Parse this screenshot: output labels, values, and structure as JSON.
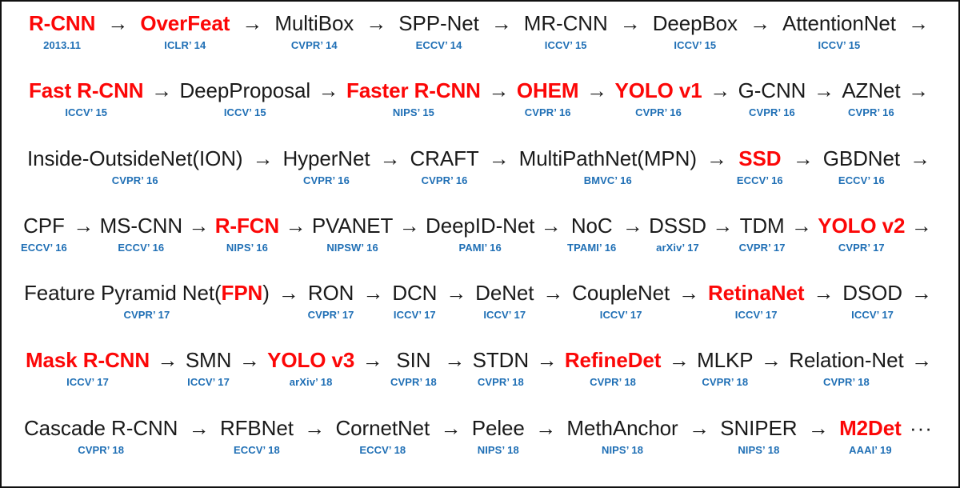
{
  "figure": {
    "title": "Object Detection Milestones Timeline",
    "accent_red": "#fc0707",
    "accent_blue": "#1f6fb5",
    "text_color": "#1a1a1a",
    "background": "#ffffff",
    "border_color": "#111111",
    "arrow_glyph": "→",
    "ellipsis_glyph": "···"
  },
  "rows": [
    {
      "nodes": [
        {
          "name": "R-CNN",
          "venue": "2013.11",
          "highlight": true
        },
        {
          "name": "OverFeat",
          "venue": "ICLR’ 14",
          "highlight": true
        },
        {
          "name": "MultiBox",
          "venue": "CVPR’ 14",
          "highlight": false
        },
        {
          "name": "SPP-Net",
          "venue": "ECCV’ 14",
          "highlight": false
        },
        {
          "name": "MR-CNN",
          "venue": "ICCV’ 15",
          "highlight": false
        },
        {
          "name": "DeepBox",
          "venue": "ICCV’ 15",
          "highlight": false
        },
        {
          "name": "AttentionNet",
          "venue": "ICCV’ 15",
          "highlight": false
        }
      ],
      "trailing_arrow": true,
      "trailing_ellipsis": false
    },
    {
      "nodes": [
        {
          "name": "Fast R-CNN",
          "venue": "ICCV’ 15",
          "highlight": true
        },
        {
          "name": "DeepProposal",
          "venue": "ICCV’ 15",
          "highlight": false
        },
        {
          "name": "Faster R-CNN",
          "venue": "NIPS’ 15",
          "highlight": true
        },
        {
          "name": "OHEM",
          "venue": "CVPR’ 16",
          "highlight": true
        },
        {
          "name": "YOLO v1",
          "venue": "CVPR’ 16",
          "highlight": true
        },
        {
          "name": "G-CNN",
          "venue": "CVPR’ 16",
          "highlight": false
        },
        {
          "name": "AZNet",
          "venue": "CVPR’ 16",
          "highlight": false
        }
      ],
      "trailing_arrow": true,
      "trailing_ellipsis": false
    },
    {
      "nodes": [
        {
          "name": "Inside-OutsideNet(ION)",
          "venue": "CVPR’ 16",
          "highlight": false
        },
        {
          "name": "HyperNet",
          "venue": "CVPR’ 16",
          "highlight": false
        },
        {
          "name": "CRAFT",
          "venue": "CVPR’ 16",
          "highlight": false
        },
        {
          "name": "MultiPathNet(MPN)",
          "venue": "BMVC’ 16",
          "highlight": false
        },
        {
          "name": "SSD",
          "venue": "ECCV’ 16",
          "highlight": true
        },
        {
          "name": "GBDNet",
          "venue": "ECCV’ 16",
          "highlight": false
        }
      ],
      "trailing_arrow": true,
      "trailing_ellipsis": false
    },
    {
      "nodes": [
        {
          "name": "CPF",
          "venue": "ECCV’ 16",
          "highlight": false
        },
        {
          "name": "MS-CNN",
          "venue": "ECCV’ 16",
          "highlight": false
        },
        {
          "name": "R-FCN",
          "venue": "NIPS’ 16",
          "highlight": true
        },
        {
          "name": "PVANET",
          "venue": "NIPSW’ 16",
          "highlight": false
        },
        {
          "name": "DeepID-Net",
          "venue": "PAMI’ 16",
          "highlight": false
        },
        {
          "name": "NoC",
          "venue": "TPAMI’ 16",
          "highlight": false
        },
        {
          "name": "DSSD",
          "venue": "arXiv’ 17",
          "highlight": false
        },
        {
          "name": "TDM",
          "venue": "CVPR’ 17",
          "highlight": false
        },
        {
          "name": "YOLO v2",
          "venue": "CVPR’ 17",
          "highlight": true
        }
      ],
      "trailing_arrow": true,
      "trailing_ellipsis": false
    },
    {
      "nodes": [
        {
          "name": "Feature Pyramid Net(FPN)",
          "venue": "CVPR’ 17",
          "highlight": false,
          "highlight_span": "FPN"
        },
        {
          "name": "RON",
          "venue": "CVPR’ 17",
          "highlight": false
        },
        {
          "name": "DCN",
          "venue": "ICCV’ 17",
          "highlight": false
        },
        {
          "name": "DeNet",
          "venue": "ICCV’ 17",
          "highlight": false
        },
        {
          "name": "CoupleNet",
          "venue": "ICCV’ 17",
          "highlight": false
        },
        {
          "name": "RetinaNet",
          "venue": "ICCV’ 17",
          "highlight": true
        },
        {
          "name": "DSOD",
          "venue": "ICCV’ 17",
          "highlight": false
        }
      ],
      "trailing_arrow": true,
      "trailing_ellipsis": false
    },
    {
      "nodes": [
        {
          "name": "Mask R-CNN",
          "venue": "ICCV’ 17",
          "highlight": true
        },
        {
          "name": "SMN",
          "venue": "ICCV’ 17",
          "highlight": false
        },
        {
          "name": "YOLO v3",
          "venue": "arXiv’ 18",
          "highlight": true
        },
        {
          "name": "SIN",
          "venue": "CVPR’ 18",
          "highlight": false
        },
        {
          "name": "STDN",
          "venue": "CVPR’ 18",
          "highlight": false
        },
        {
          "name": "RefineDet",
          "venue": "CVPR’ 18",
          "highlight": true
        },
        {
          "name": "MLKP",
          "venue": "CVPR’ 18",
          "highlight": false
        },
        {
          "name": "Relation-Net",
          "venue": "CVPR’ 18",
          "highlight": false
        }
      ],
      "trailing_arrow": true,
      "trailing_ellipsis": false
    },
    {
      "nodes": [
        {
          "name": "Cascade R-CNN",
          "venue": "CVPR’ 18",
          "highlight": false
        },
        {
          "name": "RFBNet",
          "venue": "ECCV’ 18",
          "highlight": false
        },
        {
          "name": "CornetNet",
          "venue": "ECCV’ 18",
          "highlight": false
        },
        {
          "name": "Pelee",
          "venue": "NIPS’ 18",
          "highlight": false
        },
        {
          "name": "MethAnchor",
          "venue": "NIPS’ 18",
          "highlight": false
        },
        {
          "name": "SNIPER",
          "venue": "NIPS’ 18",
          "highlight": false
        },
        {
          "name": "M2Det",
          "venue": "AAAI’ 19",
          "highlight": true
        }
      ],
      "trailing_arrow": false,
      "trailing_ellipsis": true
    }
  ]
}
